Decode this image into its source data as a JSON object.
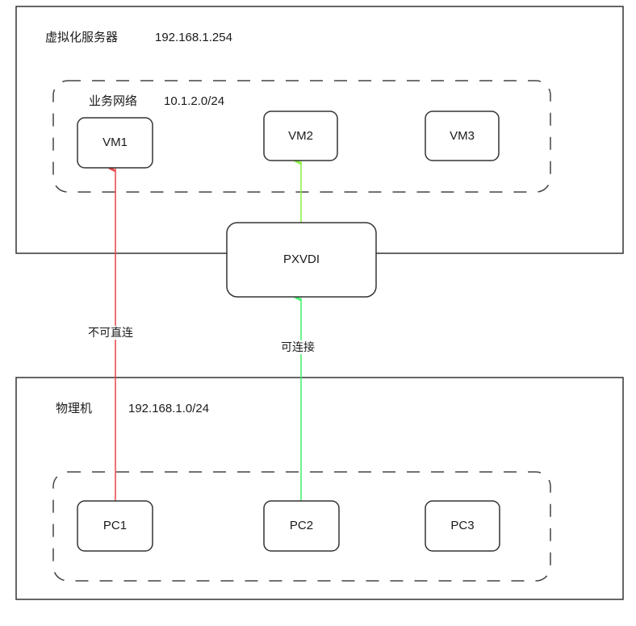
{
  "colors": {
    "stroke": "#333333",
    "dashed": "#444444",
    "blocked_edge": "#e84545",
    "vm_edge": "#86f03a",
    "pc_edge": "#3ef06a",
    "text": "#1a1a1a"
  },
  "containers": {
    "server": {
      "title": "虚拟化服务器",
      "ip": "192.168.1.254"
    },
    "physical": {
      "title": "物理机",
      "ip": "192.168.1.0/24"
    }
  },
  "groups": {
    "business_network": {
      "title": "业务网络",
      "subnet": "10.1.2.0/24"
    },
    "pc_group": {
      "title": ""
    }
  },
  "nodes": {
    "vm1": "VM1",
    "vm2": "VM2",
    "vm3": "VM3",
    "pxvdi": "PXVDI",
    "pc1": "PC1",
    "pc2": "PC2",
    "pc3": "PC3"
  },
  "edges": [
    {
      "from": "PC1",
      "to": "VM1",
      "label": "不可直连",
      "status": "blocked"
    },
    {
      "from": "PC2",
      "to": "PXVDI",
      "label": "可连接",
      "status": "allowed"
    },
    {
      "from": "PXVDI",
      "to": "VM2",
      "label": "",
      "status": "allowed"
    }
  ]
}
